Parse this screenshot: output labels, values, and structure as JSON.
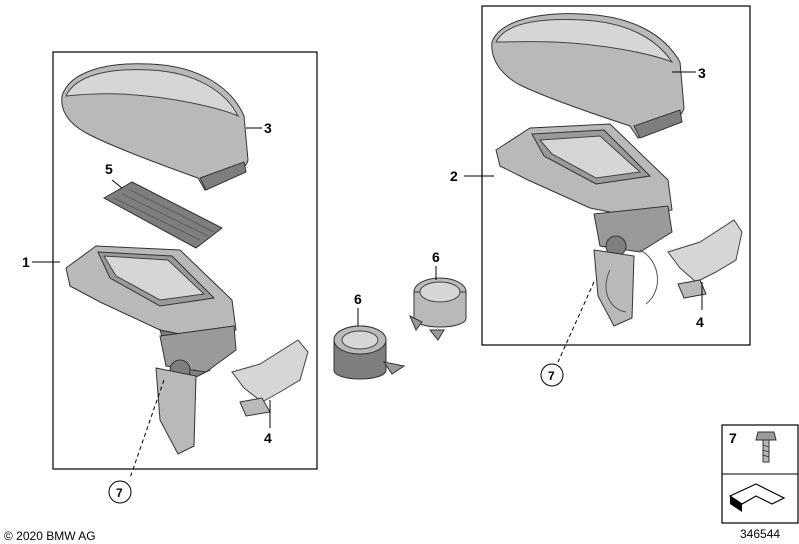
{
  "diagram": {
    "callouts": {
      "left_assembly": "1",
      "right_assembly": "2",
      "lid_left": "3",
      "lid_right": "3",
      "bracket_left": "4",
      "bracket_right": "4",
      "insert_mat": "5",
      "cup_holder_a": "6",
      "cup_holder_b": "6",
      "screw_left": "7",
      "screw_right": "7",
      "legend_screw": "7"
    },
    "copyright": "© 2020 BMW AG",
    "diagram_number": "346544"
  }
}
